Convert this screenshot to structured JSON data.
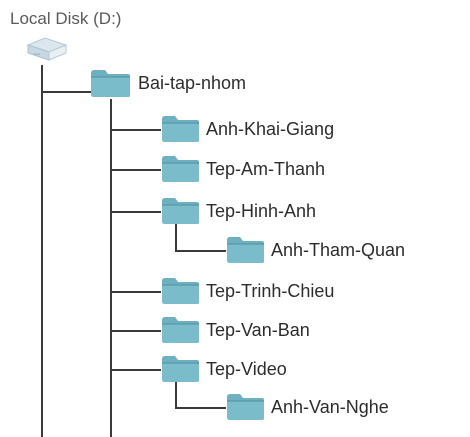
{
  "drive": {
    "label": "Local Disk (D:)",
    "icon": "drive-icon"
  },
  "colors": {
    "folder": "#6fb0c0",
    "folder_dark": "#4c8f9f",
    "line": "#3a3a3a"
  },
  "tree": {
    "root": {
      "label": "Bai-tap-nhom",
      "icon": "folder-icon"
    },
    "children": [
      {
        "label": "Anh-Khai-Giang",
        "icon": "folder-icon"
      },
      {
        "label": "Tep-Am-Thanh",
        "icon": "folder-icon"
      },
      {
        "label": "Tep-Hinh-Anh",
        "icon": "folder-icon"
      },
      {
        "label": "Anh-Tham-Quan",
        "icon": "folder-icon"
      },
      {
        "label": "Tep-Trinh-Chieu",
        "icon": "folder-icon"
      },
      {
        "label": "Tep-Van-Ban",
        "icon": "folder-icon"
      },
      {
        "label": "Tep-Video",
        "icon": "folder-icon"
      },
      {
        "label": "Anh-Van-Nghe",
        "icon": "folder-icon"
      }
    ]
  }
}
